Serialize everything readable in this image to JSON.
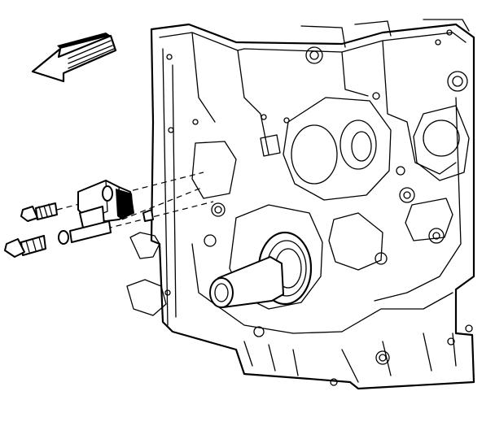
{
  "diagram": {
    "parts": [
      {
        "id": "direction-arrow",
        "label": ""
      },
      {
        "id": "engine-front-cover",
        "label": ""
      },
      {
        "id": "crankshaft-position-sensor",
        "label": ""
      },
      {
        "id": "sensor-bolt-upper",
        "label": ""
      },
      {
        "id": "sensor-bolt-lower",
        "label": ""
      },
      {
        "id": "crankshaft-front-seal",
        "label": ""
      }
    ]
  },
  "colors": {
    "line": "#000000",
    "background": "#ffffff"
  }
}
